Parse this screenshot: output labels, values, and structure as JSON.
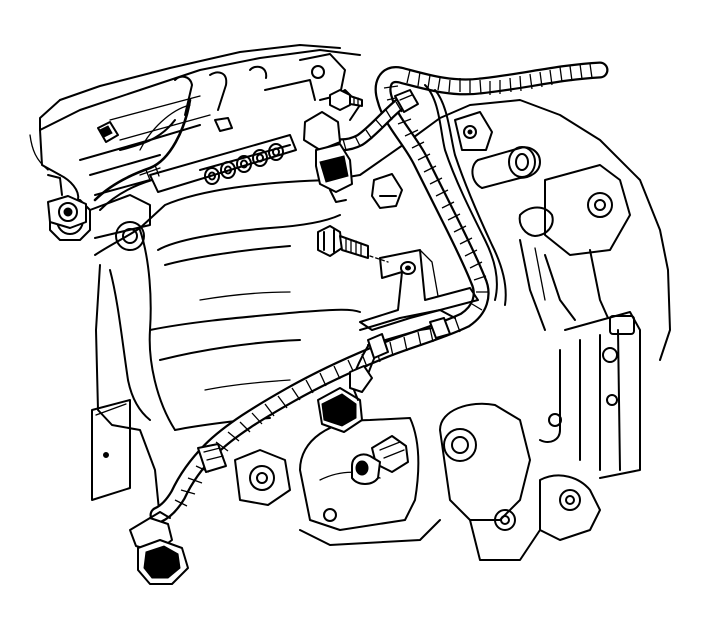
{
  "diagram": {
    "style": "black line-art technical illustration on white",
    "colors": {
      "background": "#ffffff",
      "ink": "#000000"
    },
    "components": [
      {
        "id": "engine-block",
        "icon": "engine-block-outline"
      },
      {
        "id": "intake-manifold",
        "icon": "manifold-outline"
      },
      {
        "id": "wiring-harness",
        "icon": "taped-harness"
      },
      {
        "id": "knock-sensor-upper",
        "icon": "sensor-connector"
      },
      {
        "id": "knock-sensor-lower",
        "icon": "sensor-connector"
      },
      {
        "id": "knock-sensor-center",
        "icon": "sensor-connector"
      },
      {
        "id": "harness-bracket",
        "icon": "bracket"
      },
      {
        "id": "mounting-bolt",
        "icon": "bolt"
      },
      {
        "id": "harness-end-connector",
        "icon": "electrical-connector"
      }
    ]
  }
}
